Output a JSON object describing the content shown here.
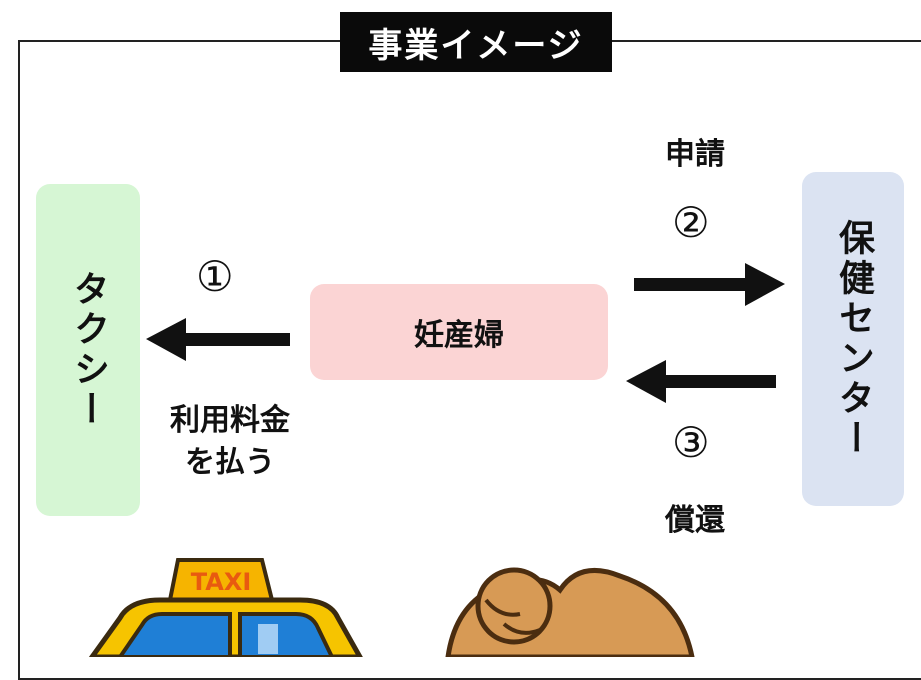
{
  "title": "事業イメージ",
  "nodes": {
    "taxi": "タクシー",
    "pregnant_woman": "妊産婦",
    "health_center": "保健センター"
  },
  "steps": {
    "step1": {
      "number": "①",
      "label_line1": "利用料金",
      "label_line2": "を払う"
    },
    "step2": {
      "number": "②",
      "label": "申請"
    },
    "step3": {
      "number": "③",
      "label": "償還"
    }
  },
  "illustration": {
    "taxi_sign": "TAXI"
  },
  "colors": {
    "taxi_box": "#d6f6d4",
    "woman_box": "#fbd4d4",
    "center_box": "#dbe3f2",
    "arrow": "#111111"
  }
}
